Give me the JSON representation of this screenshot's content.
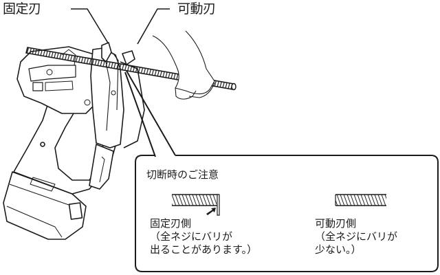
{
  "labels": {
    "fixed_blade": "固定刃",
    "moving_blade": "可動刃"
  },
  "callout": {
    "title": "切断時のご注意",
    "fixed_side": {
      "heading": "固定刃側",
      "line1": "（全ネジにバリが",
      "line2": "出ることがあります。）",
      "burr_arrow": true
    },
    "moving_side": {
      "heading": "可動刃側",
      "line1": "（全ネジにバリが",
      "line2": "少ない。）",
      "burr_arrow": false
    }
  },
  "colors": {
    "line": "#1a1a1a",
    "background": "#ffffff"
  }
}
